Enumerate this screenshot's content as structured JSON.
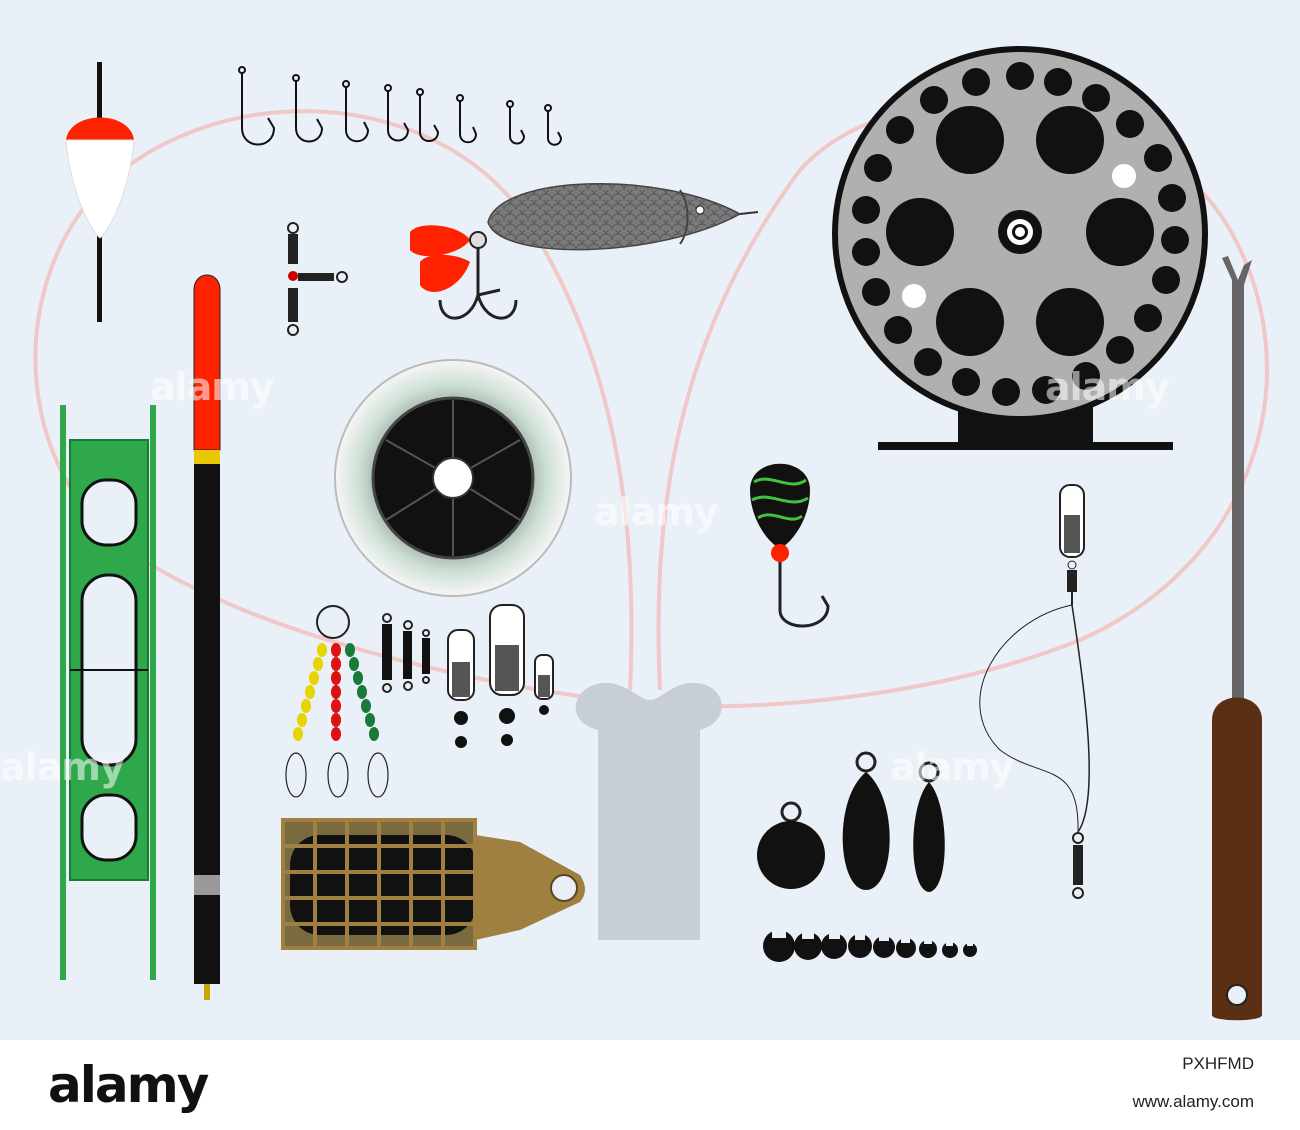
{
  "watermark": {
    "text": "alamy",
    "color": "#ffffff"
  },
  "footer": {
    "logo": "alamy",
    "image_id": "PXHFMD",
    "site": "www.alamy.com"
  },
  "colors": {
    "background": "#eaf0f8",
    "line": "#f0c8c8",
    "float_red": "#ff2200",
    "winder_green": "#2ea84a",
    "reel_grey": "#b0b0b0",
    "feeder_brown": "#a08040",
    "handle_brown": "#5a2f14"
  },
  "items": [
    "float-icon",
    "hooks-icon",
    "spoon-lure-icon",
    "swivel-icon",
    "fly-reel-icon",
    "line-spool-icon",
    "jig-lure-icon",
    "rig-icon",
    "winder-icon",
    "long-float-icon",
    "bead-rig-icon",
    "feeder-icon",
    "rod-holder-icon",
    "sinkers-icon",
    "split-shot-icon",
    "disgorger-icon"
  ]
}
